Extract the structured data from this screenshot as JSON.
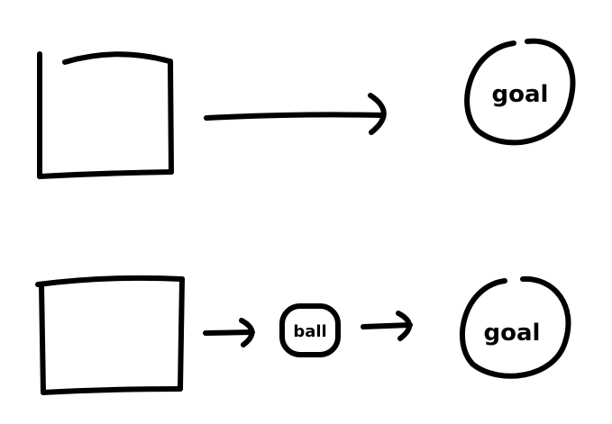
{
  "row1": {
    "goal_label": "goal"
  },
  "row2": {
    "intermediate_label": "ball",
    "goal_label": "goal"
  },
  "colors": {
    "ink": "#000000",
    "background": "#ffffff"
  }
}
